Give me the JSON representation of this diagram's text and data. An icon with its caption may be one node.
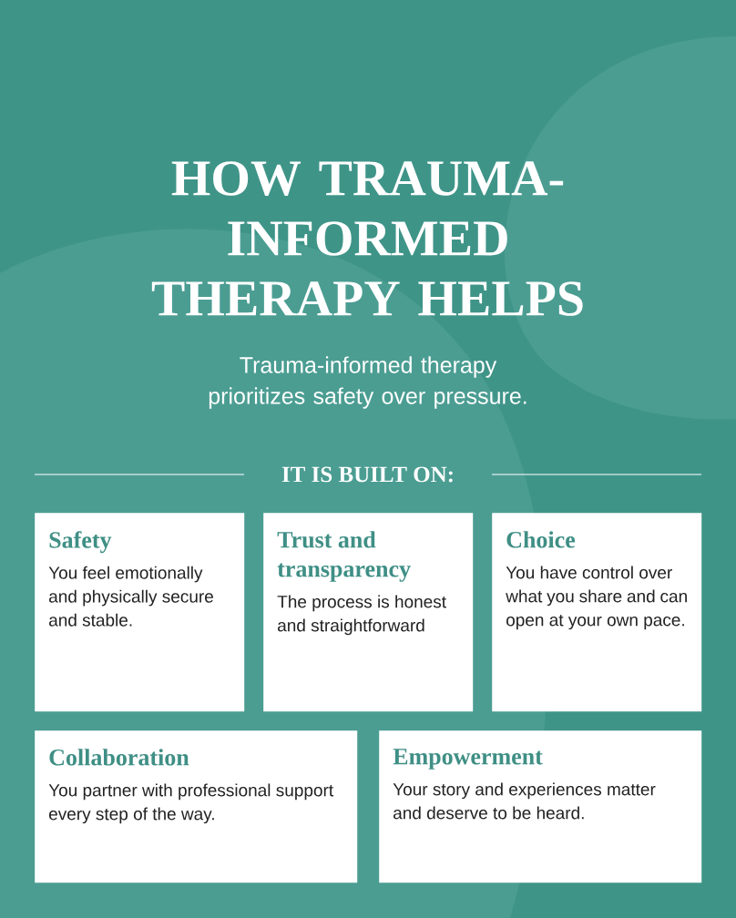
{
  "diagram": {
    "title": "HOW TRAUMA- INFORMED THERAPY HELPS",
    "nodes": [
      {
        "text": [
          "Safety",
          "You feel emotionally and physically secure and stable."
        ]
      },
      {
        "text": [
          "Trust and transparency",
          "The process is honest and straightforward"
        ]
      },
      {
        "text": [
          "Choice",
          "You have control over what you share and can open at your own pace."
        ]
      },
      {
        "text": [
          "Collaboration",
          "You partner with professional support every step of the way."
        ]
      },
      {
        "text": [
          "Empowerment",
          "Your story and experiences matter and deserve to be heard."
        ]
      }
    ],
    "labels": [
      "Trauma-informed therapy prioritizes safety over pressure.",
      "IT IS BUILT ON:"
    ]
  }
}
